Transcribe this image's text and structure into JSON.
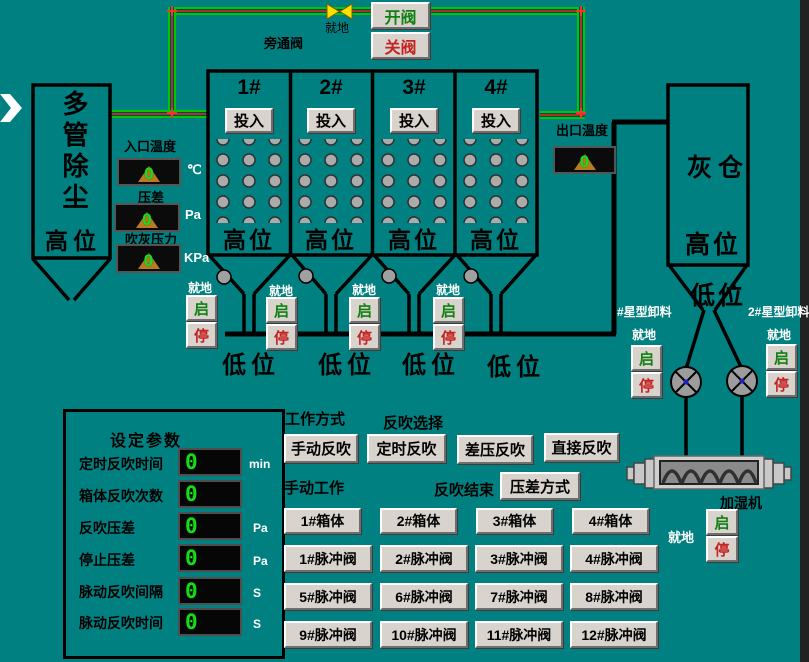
{
  "common": {
    "local": "就地",
    "start": "启",
    "stop": "停",
    "high": "高位",
    "low": "低位"
  },
  "bypass": {
    "label": "旁通阀",
    "open_button": "开阀",
    "close_button": "关阀"
  },
  "inlet_vessel": {
    "name": "多管除尘"
  },
  "sensors": {
    "inlet_temp": {
      "label": "入口温度",
      "value": "0",
      "unit": "℃"
    },
    "pressure_diff": {
      "label": "压差",
      "value": "0",
      "unit": "Pa"
    },
    "blow_pressure": {
      "label": "吹灰压力",
      "value": "0",
      "unit": "KPa"
    },
    "outlet_temp": {
      "label": "出口温度",
      "value": "0"
    }
  },
  "chambers": {
    "engage_label": "投入",
    "items": [
      "1#",
      "2#",
      "3#",
      "4#"
    ]
  },
  "silo": {
    "name": "灰仓"
  },
  "unloaders": {
    "left_label": "#星型卸料",
    "right_label": "2#星型卸料"
  },
  "humidifier": {
    "label": "加湿机"
  },
  "settings": {
    "title": "设定参数",
    "rows": [
      {
        "label": "定时反吹时间",
        "value": "0",
        "unit": "min"
      },
      {
        "label": "箱体反吹次数",
        "value": "0",
        "unit": ""
      },
      {
        "label": "反吹压差",
        "value": "0",
        "unit": "Pa"
      },
      {
        "label": "停止压差",
        "value": "0",
        "unit": "Pa"
      },
      {
        "label": "脉动反吹间隔",
        "value": "0",
        "unit": "S"
      },
      {
        "label": "脉动反吹时间",
        "value": "0",
        "unit": "S"
      }
    ]
  },
  "modes": {
    "work_mode_label": "工作方式",
    "select_label": "反吹选择",
    "buttons": [
      "手动反吹",
      "定时反吹",
      "差压反吹",
      "直接反吹"
    ],
    "manual_label": "手动工作",
    "end_label": "反吹结束",
    "pressure_mode_button": "压差方式"
  },
  "boxes": [
    "1#箱体",
    "2#箱体",
    "3#箱体",
    "4#箱体"
  ],
  "pulse_valves": [
    "1#脉冲阀",
    "2#脉冲阀",
    "3#脉冲阀",
    "4#脉冲阀",
    "5#脉冲阀",
    "6#脉冲阀",
    "7#脉冲阀",
    "8#脉冲阀",
    "9#脉冲阀",
    "10#脉冲阀",
    "11#脉冲阀",
    "12#脉冲阀"
  ],
  "colors": {
    "background": "#008080",
    "pipe_green": "#00c800",
    "pipe_red": "#b03030",
    "start_green": "#128012",
    "stop_red": "#c52222",
    "display_digit": "#1ae01a",
    "display_triangle": "#b87a22"
  }
}
